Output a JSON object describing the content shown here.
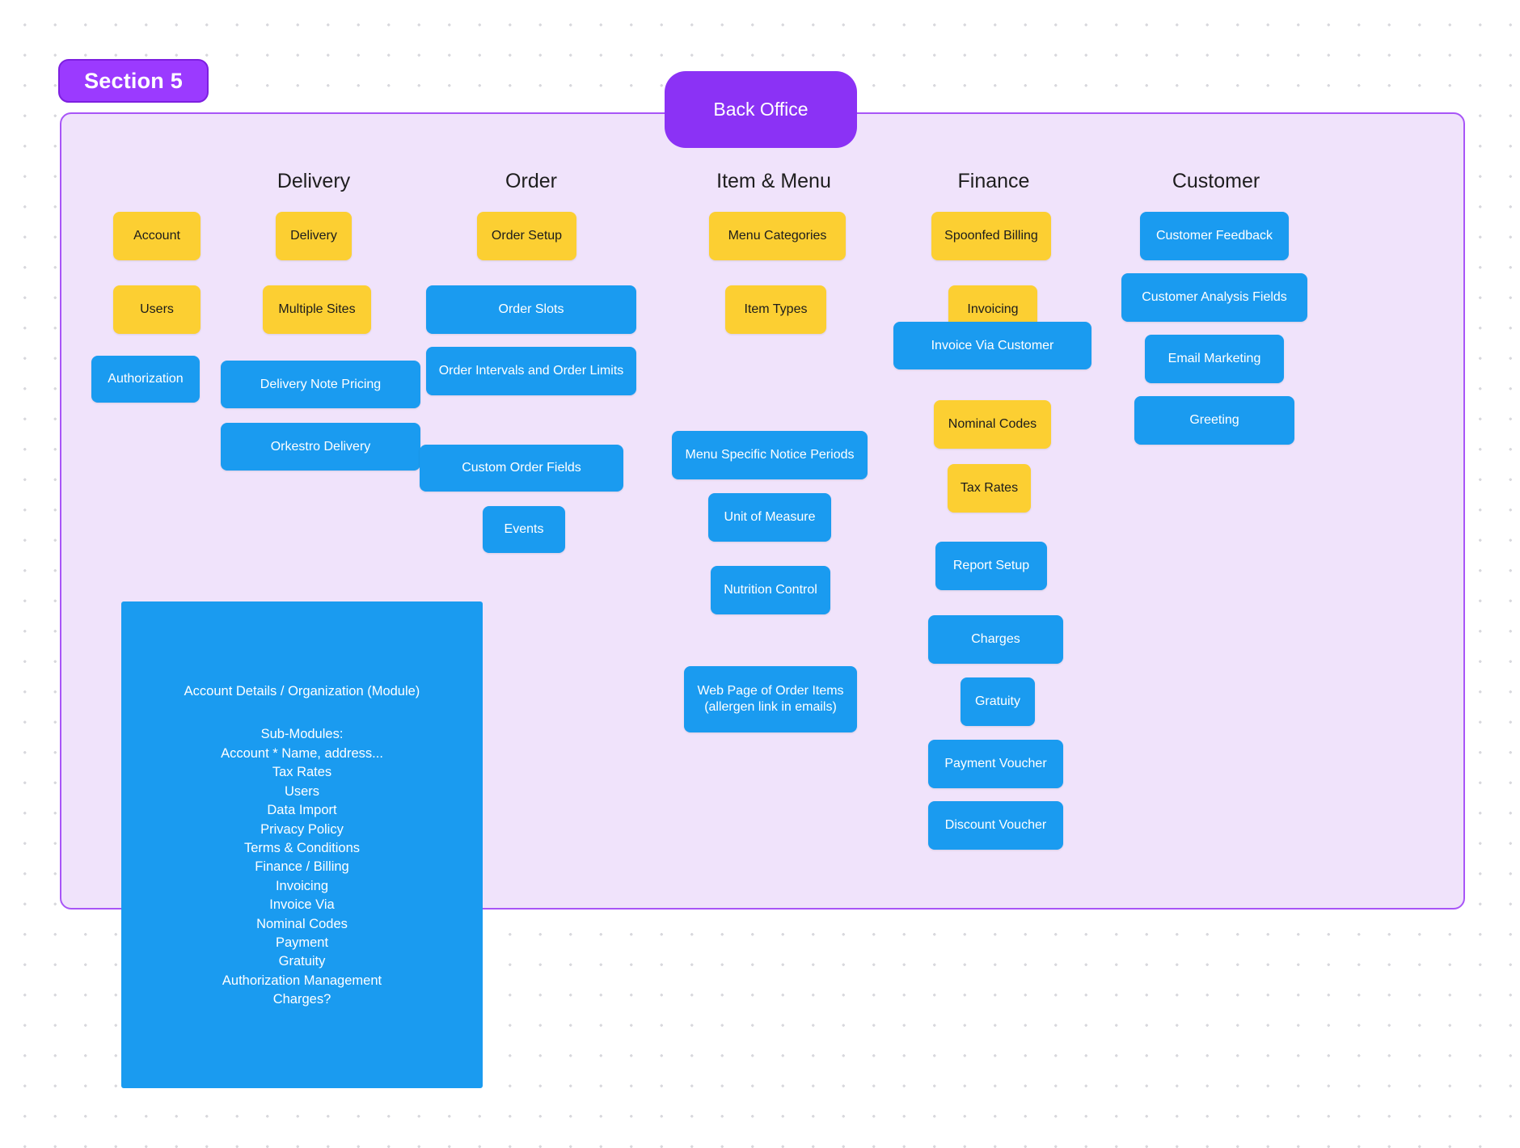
{
  "section": {
    "badge_label": "Section 5"
  },
  "root": {
    "label": "Back Office"
  },
  "columns": [
    {
      "id": "delivery",
      "heading": "Delivery"
    },
    {
      "id": "order",
      "heading": "Order"
    },
    {
      "id": "item_menu",
      "heading": "Item & Menu"
    },
    {
      "id": "finance",
      "heading": "Finance"
    },
    {
      "id": "customer",
      "heading": "Customer"
    }
  ],
  "nodes": {
    "account": "Account",
    "users": "Users",
    "authorization": "Authorization",
    "delivery": "Delivery",
    "multiple_sites": "Multiple Sites",
    "delivery_note_pricing": "Delivery Note Pricing",
    "orkestro_delivery": "Orkestro Delivery",
    "order_setup": "Order Setup",
    "order_slots": "Order Slots",
    "order_intervals": "Order Intervals and Order Limits",
    "custom_order_fields": "Custom Order Fields",
    "events": "Events",
    "menu_categories": "Menu Categories",
    "item_types": "Item Types",
    "menu_specific_notice_periods": "Menu Specific Notice Periods",
    "unit_of_measure": "Unit of Measure",
    "nutrition_control": "Nutrition Control",
    "web_page_order_items_l1": "Web Page of Order Items",
    "web_page_order_items_l2": "(allergen link in emails)",
    "spoonfed_billing": "Spoonfed Billing",
    "invoicing": "Invoicing",
    "invoice_via_customer": "Invoice Via Customer",
    "nominal_codes": "Nominal Codes",
    "tax_rates": "Tax Rates",
    "report_setup": "Report Setup",
    "charges": "Charges",
    "gratuity": "Gratuity",
    "payment_voucher": "Payment Voucher",
    "discount_voucher": "Discount Voucher",
    "customer_feedback": "Customer Feedback",
    "customer_analysis_fields": "Customer Analysis Fields",
    "email_marketing": "Email Marketing",
    "greeting": "Greeting"
  },
  "module_note": {
    "title": "Account Details / Organization (Module)",
    "lines": [
      "Sub-Modules:",
      "Account * Name, address...",
      "Tax Rates",
      "Users",
      "Data Import",
      "Privacy Policy",
      "Terms & Conditions",
      "Finance / Billing",
      "Invoicing",
      "Invoice Via",
      "Nominal Codes",
      "Payment",
      "Gratuity",
      "Authorization Management",
      "Charges?"
    ]
  },
  "colors": {
    "accent_purple": "#9b3aff",
    "panel_fill": "#f0e3fb",
    "panel_border": "#a855f7",
    "node_yellow": "#fccf32",
    "node_blue": "#1a9bf0"
  }
}
